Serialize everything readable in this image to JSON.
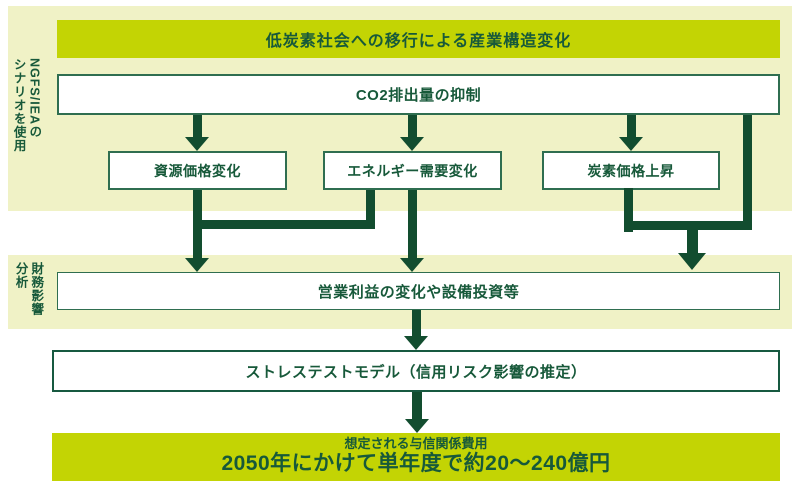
{
  "sidebar": {
    "scenario_label": "NGFS/IEAの\nシナリオを使用",
    "finance_label": "財務影響\n分析"
  },
  "flow": {
    "top_banner": "低炭素社会への移行による産業構造変化",
    "co2_box": "CO2排出量の抑制",
    "factor_boxes": [
      {
        "label": "資源価格変化"
      },
      {
        "label": "エネルギー需要変化"
      },
      {
        "label": "炭素価格上昇"
      }
    ],
    "impact_box": "営業利益の変化や設備投資等",
    "model_box": "ストレステストモデル（信用リスク影響の推定）",
    "result_banner": {
      "line1": "想定される与信関係費用",
      "line2": "2050年にかけて単年度で約20〜240億円"
    }
  },
  "colors": {
    "banner_green": "#c3d404",
    "band_light": "#f0f2c6",
    "text_green": "#17593a",
    "line_green": "#124d2f"
  }
}
